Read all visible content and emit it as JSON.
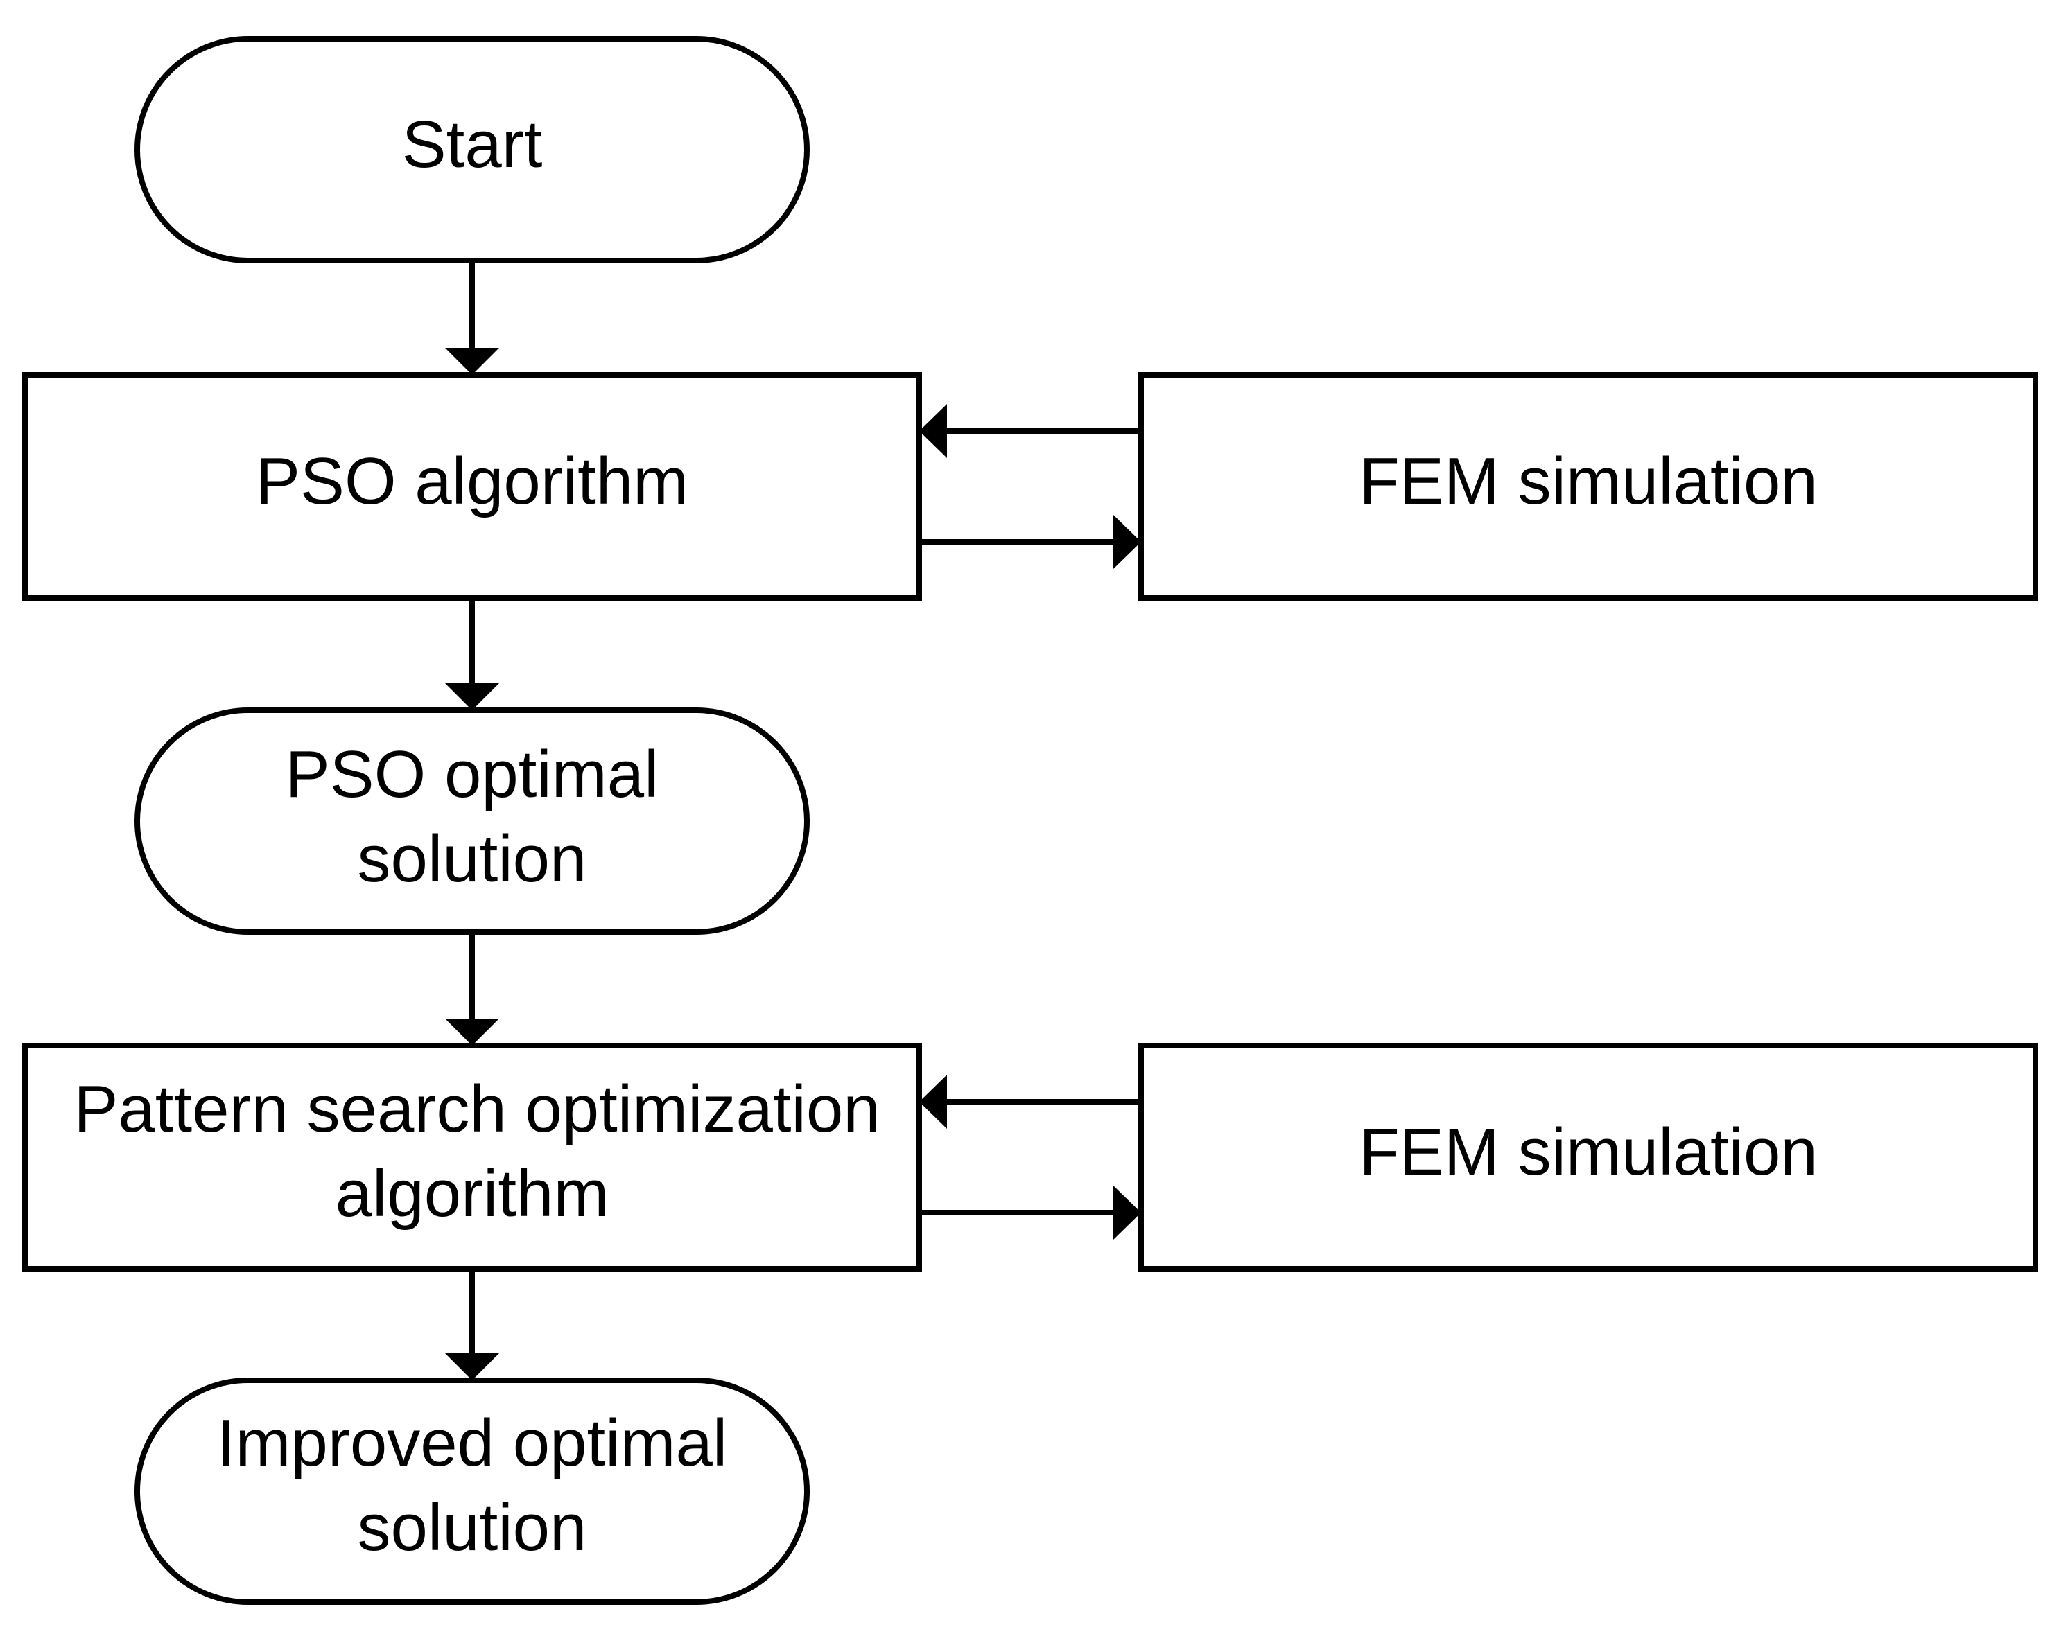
{
  "diagram": {
    "nodes": [
      {
        "id": "start",
        "shape": "terminal",
        "lines": [
          "Start"
        ]
      },
      {
        "id": "pso",
        "shape": "process",
        "lines": [
          "PSO algorithm"
        ]
      },
      {
        "id": "fem1",
        "shape": "process",
        "lines": [
          "FEM simulation"
        ]
      },
      {
        "id": "pso_opt",
        "shape": "terminal",
        "lines": [
          "PSO optimal",
          "solution"
        ]
      },
      {
        "id": "pattern",
        "shape": "process",
        "lines": [
          "Pattern search optimization",
          "algorithm"
        ]
      },
      {
        "id": "fem2",
        "shape": "process",
        "lines": [
          "FEM simulation"
        ]
      },
      {
        "id": "improved",
        "shape": "terminal",
        "lines": [
          "Improved optimal",
          "solution"
        ]
      }
    ],
    "edges": [
      {
        "from": "start",
        "to": "pso"
      },
      {
        "from": "fem1",
        "to": "pso"
      },
      {
        "from": "pso",
        "to": "fem1"
      },
      {
        "from": "pso",
        "to": "pso_opt"
      },
      {
        "from": "pso_opt",
        "to": "pattern"
      },
      {
        "from": "fem2",
        "to": "pattern"
      },
      {
        "from": "pattern",
        "to": "fem2"
      },
      {
        "from": "pattern",
        "to": "improved"
      }
    ],
    "colors": {
      "stroke": "#000000",
      "fill": "#ffffff",
      "text": "#000000"
    }
  }
}
